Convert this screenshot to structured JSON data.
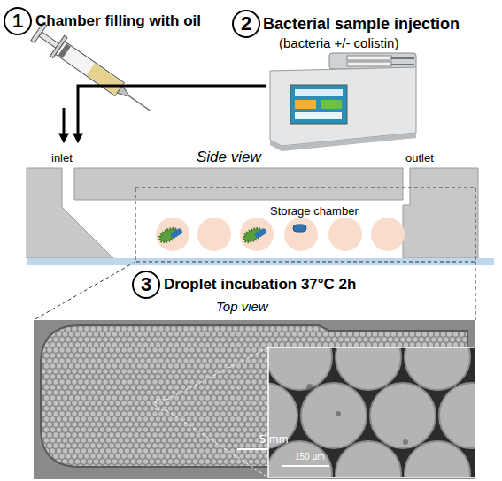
{
  "diagram": {
    "nodes": [
      {
        "text": [
          "1"
        ]
      },
      {
        "text": [
          "2"
        ]
      },
      {
        "text": [
          "3"
        ]
      },
      {
        "text": [
          "Storage chamber"
        ]
      }
    ],
    "labels": [
      "Chamber filling with oil",
      "Bacterial sample injection",
      "(bacteria +/- colistin)",
      "inlet",
      "Side view",
      "outlet",
      "Droplet incubation 37°C 2h",
      "Top view",
      "5 mm",
      "150 µm"
    ]
  }
}
